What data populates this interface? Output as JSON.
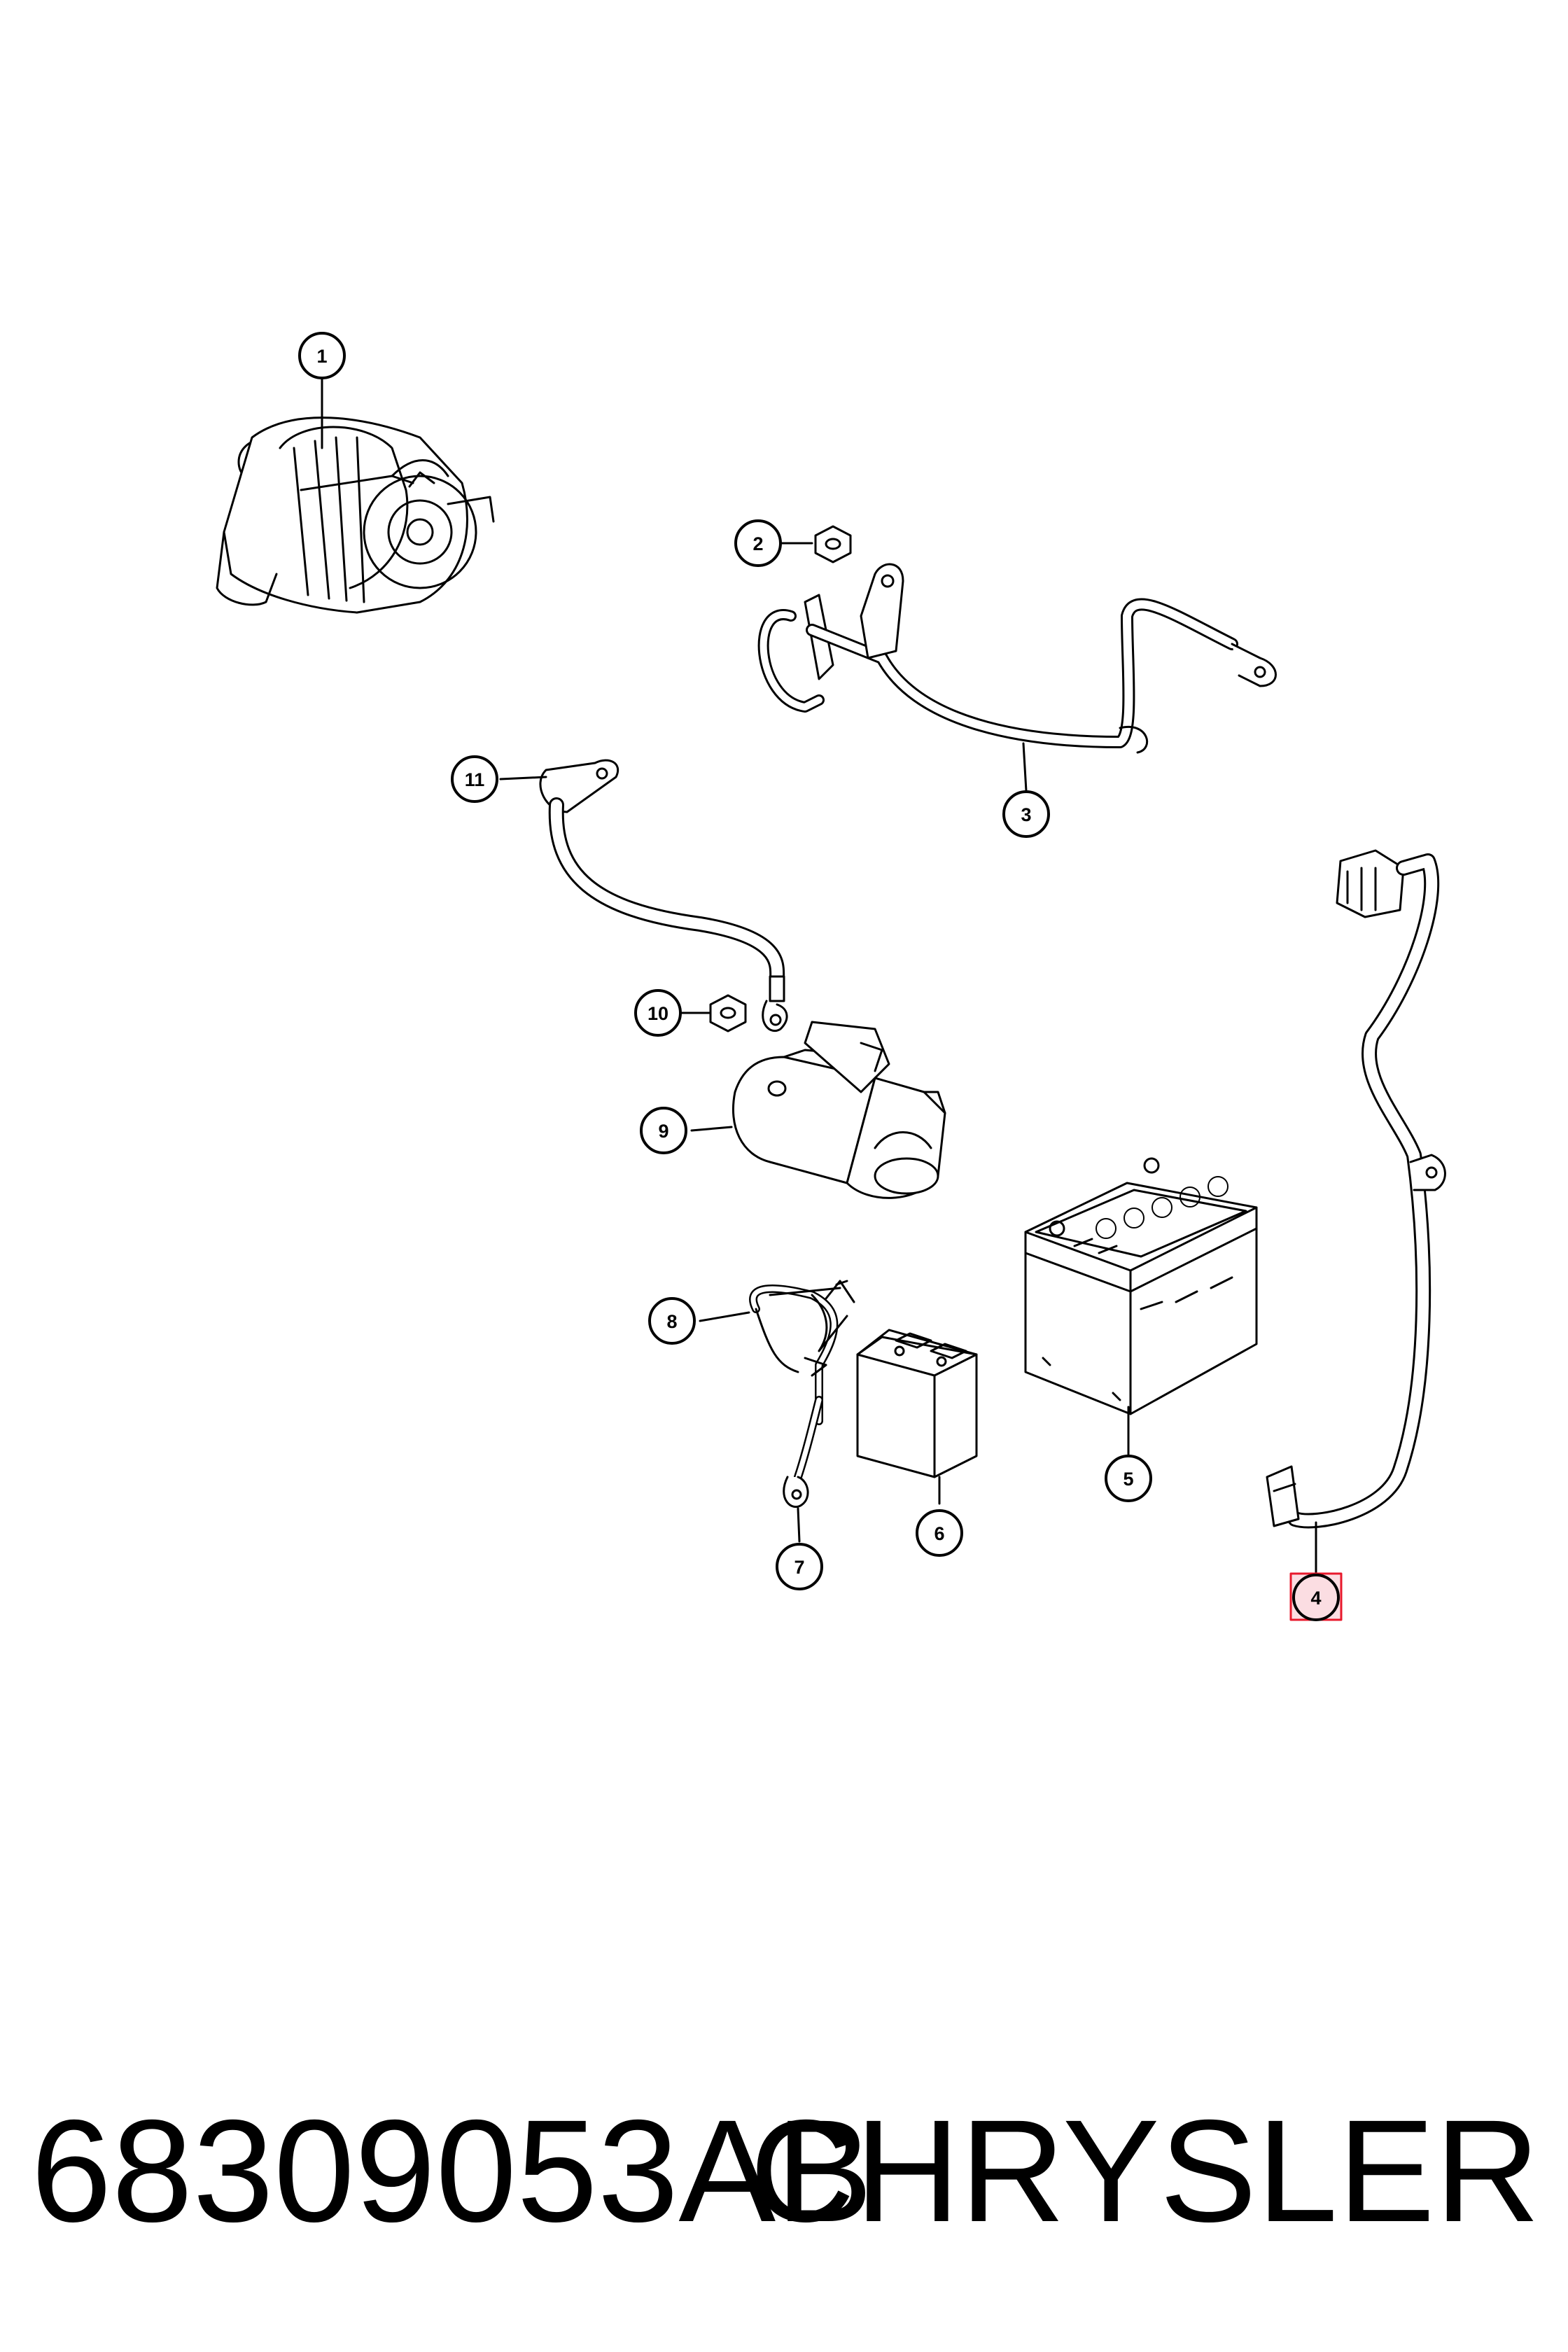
{
  "callouts": [
    {
      "id": "1",
      "part": "generator"
    },
    {
      "id": "2",
      "part": "nut"
    },
    {
      "id": "3",
      "part": "generator cable"
    },
    {
      "id": "4",
      "part": "battery ground cable",
      "highlighted": true
    },
    {
      "id": "5",
      "part": "battery"
    },
    {
      "id": "6",
      "part": "auxiliary battery"
    },
    {
      "id": "7",
      "part": "auxiliary battery cable"
    },
    {
      "id": "8",
      "part": "wiring jumper"
    },
    {
      "id": "9",
      "part": "starter"
    },
    {
      "id": "10",
      "part": "nut"
    },
    {
      "id": "11",
      "part": "starter cable"
    }
  ],
  "highlight_color": "#e8192c",
  "footer": {
    "part_number": "68309053AB",
    "brand": "CHRYSLER"
  }
}
